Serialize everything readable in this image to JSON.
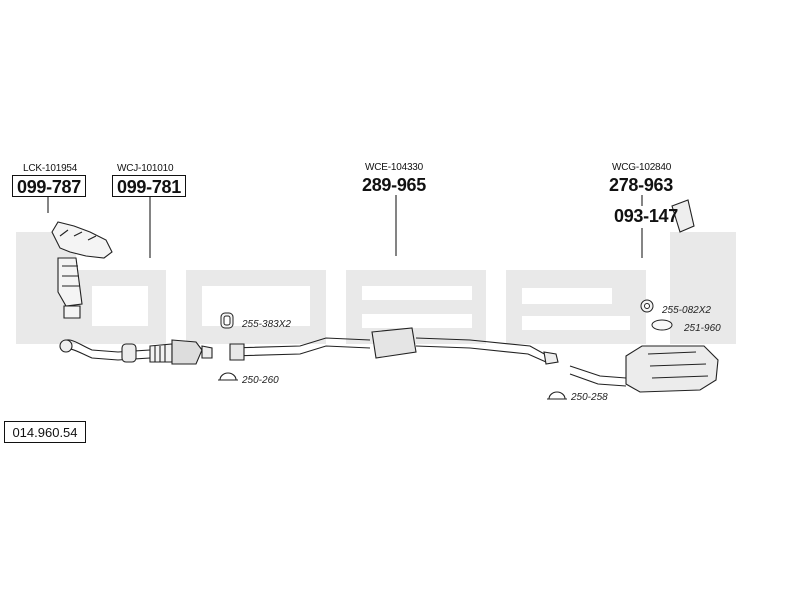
{
  "diagram": {
    "watermark": "bosal",
    "catalog_number": "014.960.54",
    "parts": [
      {
        "ref": "LCK-101954",
        "number": "099-787"
      },
      {
        "ref": "WCJ-101010",
        "number": "099-781"
      },
      {
        "ref": "WCE-104330",
        "number": "289-965"
      },
      {
        "ref": "WCG-102840",
        "number": "278-963"
      }
    ],
    "bracket_number": "093-147",
    "fittings": [
      {
        "label": "255-383X2"
      },
      {
        "label": "250-260"
      },
      {
        "label": "255-082X2"
      },
      {
        "label": "251-960"
      },
      {
        "label": "250-258"
      }
    ]
  }
}
